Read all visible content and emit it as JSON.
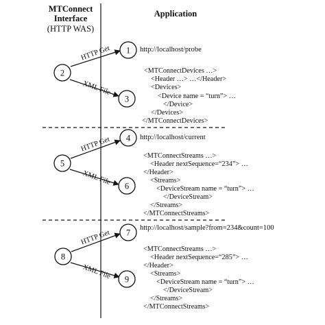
{
  "header": {
    "left_line1": "MTConnect",
    "left_line2": "Interface",
    "left_line3": "(HTTP WAS)",
    "right": "Application"
  },
  "nodes": [
    "1",
    "2",
    "3",
    "4",
    "5",
    "6",
    "7",
    "8",
    "9"
  ],
  "edge_labels": {
    "http_get": "HTTP Get",
    "xml_file": "XML File"
  },
  "sections": [
    {
      "url": "http://localhost/probe",
      "xml": [
        "<MTConnectDevices …>",
        "<Header …> …</Header>",
        "<Devices>",
        "<Device name = “turn”> …",
        "</Device>",
        "</Devices>",
        "</MTConnectDevices>"
      ]
    },
    {
      "url": "http://localhost/current",
      "xml": [
        "<MTConnectStreams …>",
        "<Header nextSequence=“234”> …",
        "</Header>",
        "<Streams>",
        "<DeviceStream name = “turn”> …",
        "</DeviceStream>",
        "</Streams>",
        "</MTConnectStreams>"
      ]
    },
    {
      "url": "http://localhost/sample?from=234&count=100",
      "xml": [
        "<MTConnectStreams …>",
        "<Header nextSequence=“285”> …",
        "</Header>",
        "<Streams>",
        "<DeviceStream name = “turn”> …",
        "</DeviceStream>",
        "</Streams>",
        "</MTConnectStreams>"
      ]
    }
  ]
}
